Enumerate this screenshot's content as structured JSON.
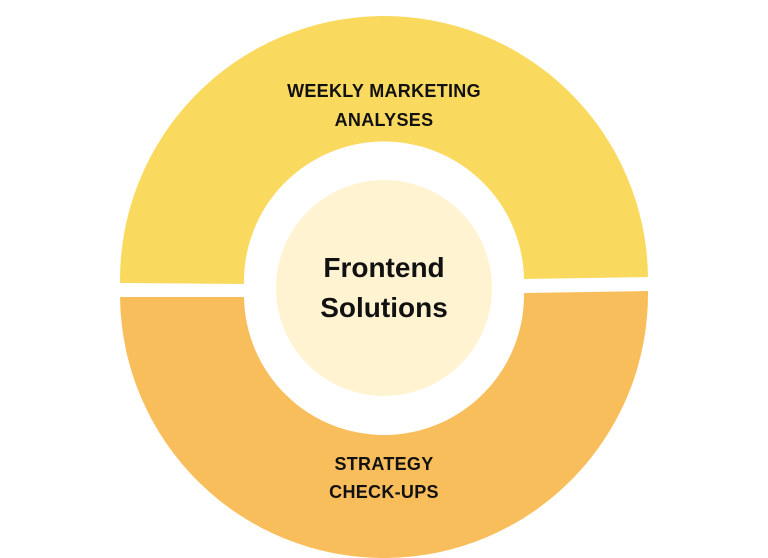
{
  "diagram": {
    "top_segment": {
      "line1": "WEEKLY MARKETING",
      "line2": "ANALYSES",
      "color": "#FADA5E"
    },
    "bottom_segment": {
      "line1": "STRATEGY",
      "line2": "CHECK-UPS",
      "color": "#F9BE5C"
    },
    "center": {
      "line1": "Frontend",
      "line2": "Solutions",
      "ring_color": "#FFFFFF",
      "fill_color": "#FFF3D2"
    }
  }
}
